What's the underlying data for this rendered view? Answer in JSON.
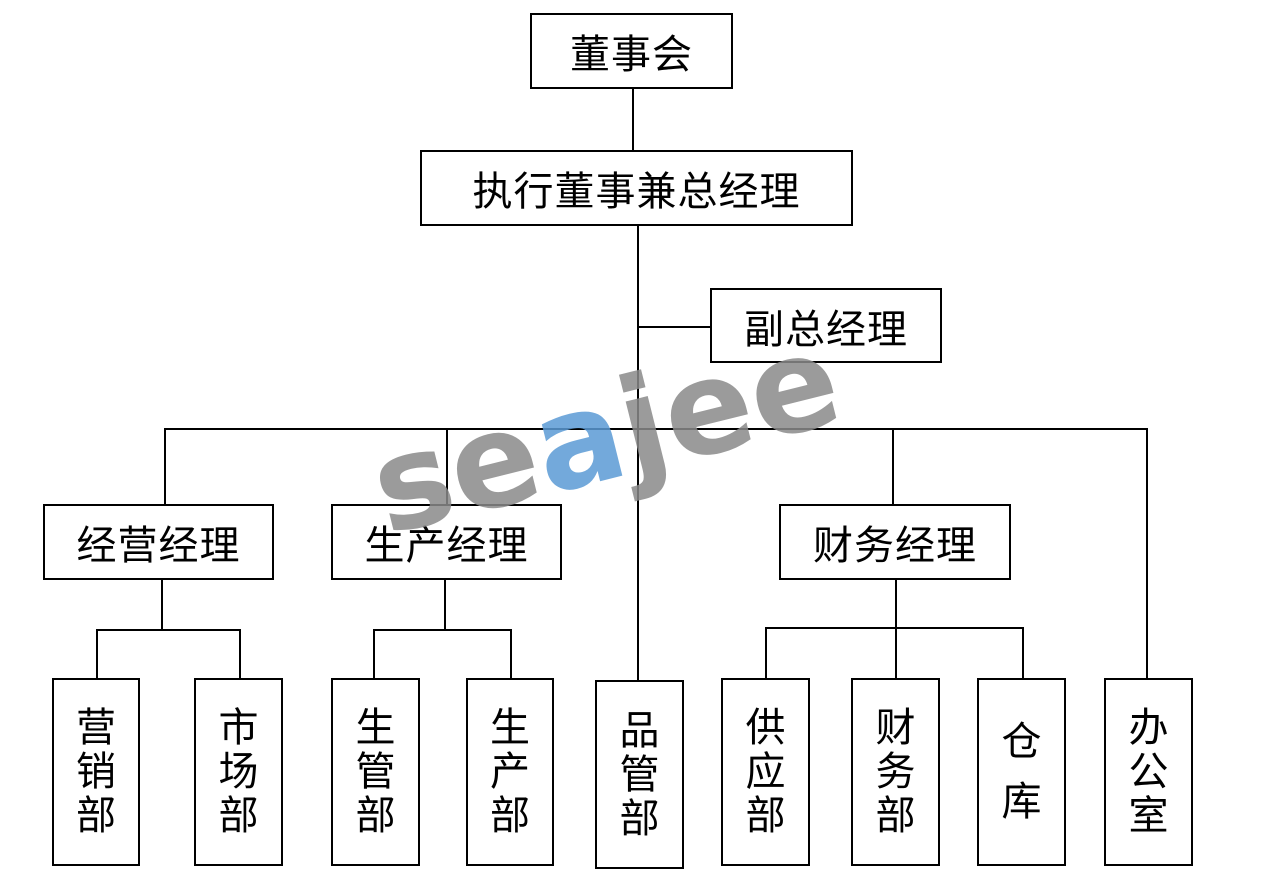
{
  "nodes": {
    "board": "董事会",
    "ceo": "执行董事兼总经理",
    "deputy": "副总经理",
    "ops_mgr": "经营经理",
    "prod_mgr": "生产经理",
    "fin_mgr": "财务经理",
    "sales_dept": "营销部",
    "market_dept": "市场部",
    "prodmgmt_dept": "生管部",
    "production_dept": "生产部",
    "quality_dept": "品管部",
    "supply_dept": "供应部",
    "finance_dept": "财务部",
    "warehouse": "仓库",
    "office": "办公室"
  },
  "watermark": {
    "prefix": "se",
    "accent": "a",
    "suffix": "jee",
    "color_gray": "#8a8a8a",
    "color_blue": "#5b9bd5"
  }
}
